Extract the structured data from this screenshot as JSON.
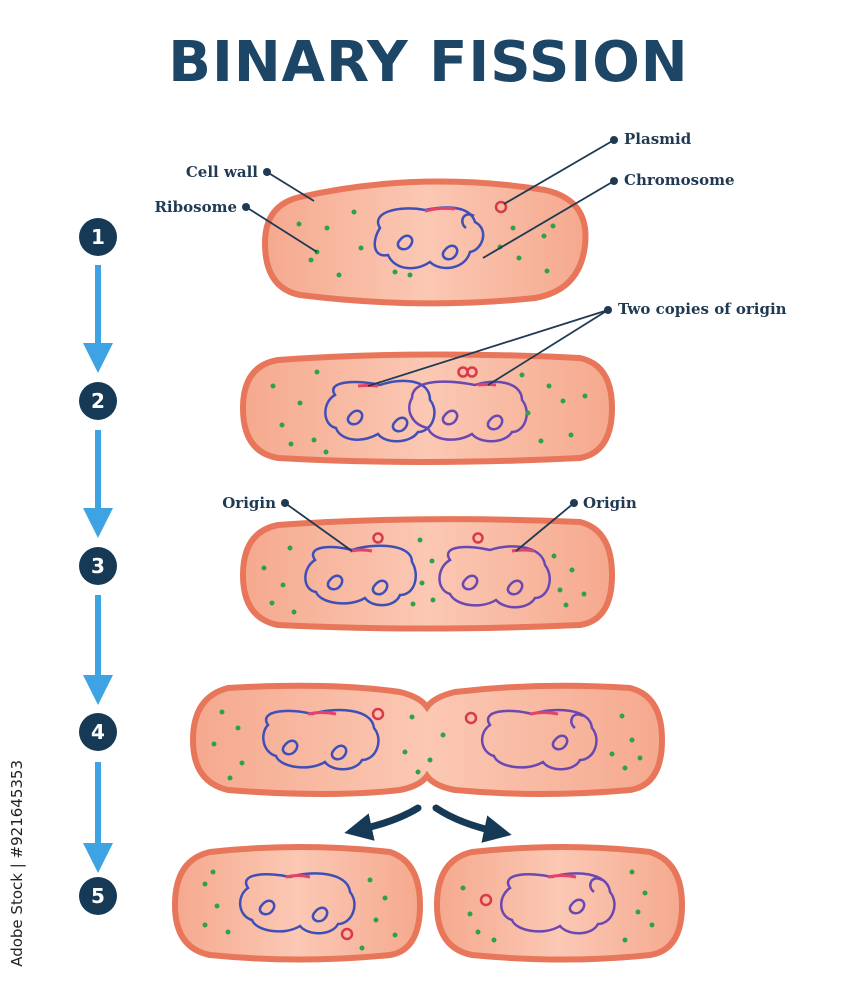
{
  "title": "BINARY FISSION",
  "labels": {
    "cell_wall": "Cell wall",
    "ribosome": "Ribosome",
    "plasmid": "Plasmid",
    "chromosome": "Chromosome",
    "two_copies": "Two copies of origin",
    "origin_left": "Origin",
    "origin_right": "Origin"
  },
  "steps": [
    "1",
    "2",
    "3",
    "4",
    "5"
  ],
  "watermark": "Adobe Stock | #921645353",
  "colors": {
    "title": "#1c4566",
    "cell_fill": "#f7b9a0",
    "cell_border": "#e8765a",
    "chromosome_blue": "#3f4fb8",
    "chromosome_purple": "#6a48b0",
    "origin": "#e5426a",
    "ribosome": "#2ea24a",
    "plasmid": "#d83a4a",
    "arrow": "#3ea3e3",
    "step_circle": "#163a56"
  }
}
